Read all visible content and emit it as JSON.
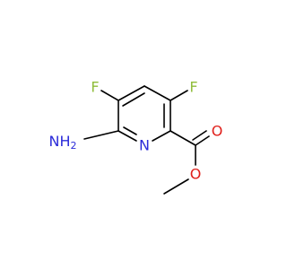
{
  "molecule": {
    "atoms": [
      {
        "id": "F1",
        "label": "F",
        "color": "#8fbc3a"
      },
      {
        "id": "F2",
        "label": "F",
        "color": "#8fbc3a"
      },
      {
        "id": "NH2",
        "label": "NH",
        "subscript": "2",
        "color": "#2b2bd9"
      },
      {
        "id": "N_ring",
        "label": "N",
        "color": "#2b2bd9"
      },
      {
        "id": "O_carbonyl",
        "label": "O",
        "color": "#e0201b"
      },
      {
        "id": "O_ester",
        "label": "O",
        "color": "#e0201b"
      }
    ],
    "bond_color": "#000000"
  }
}
